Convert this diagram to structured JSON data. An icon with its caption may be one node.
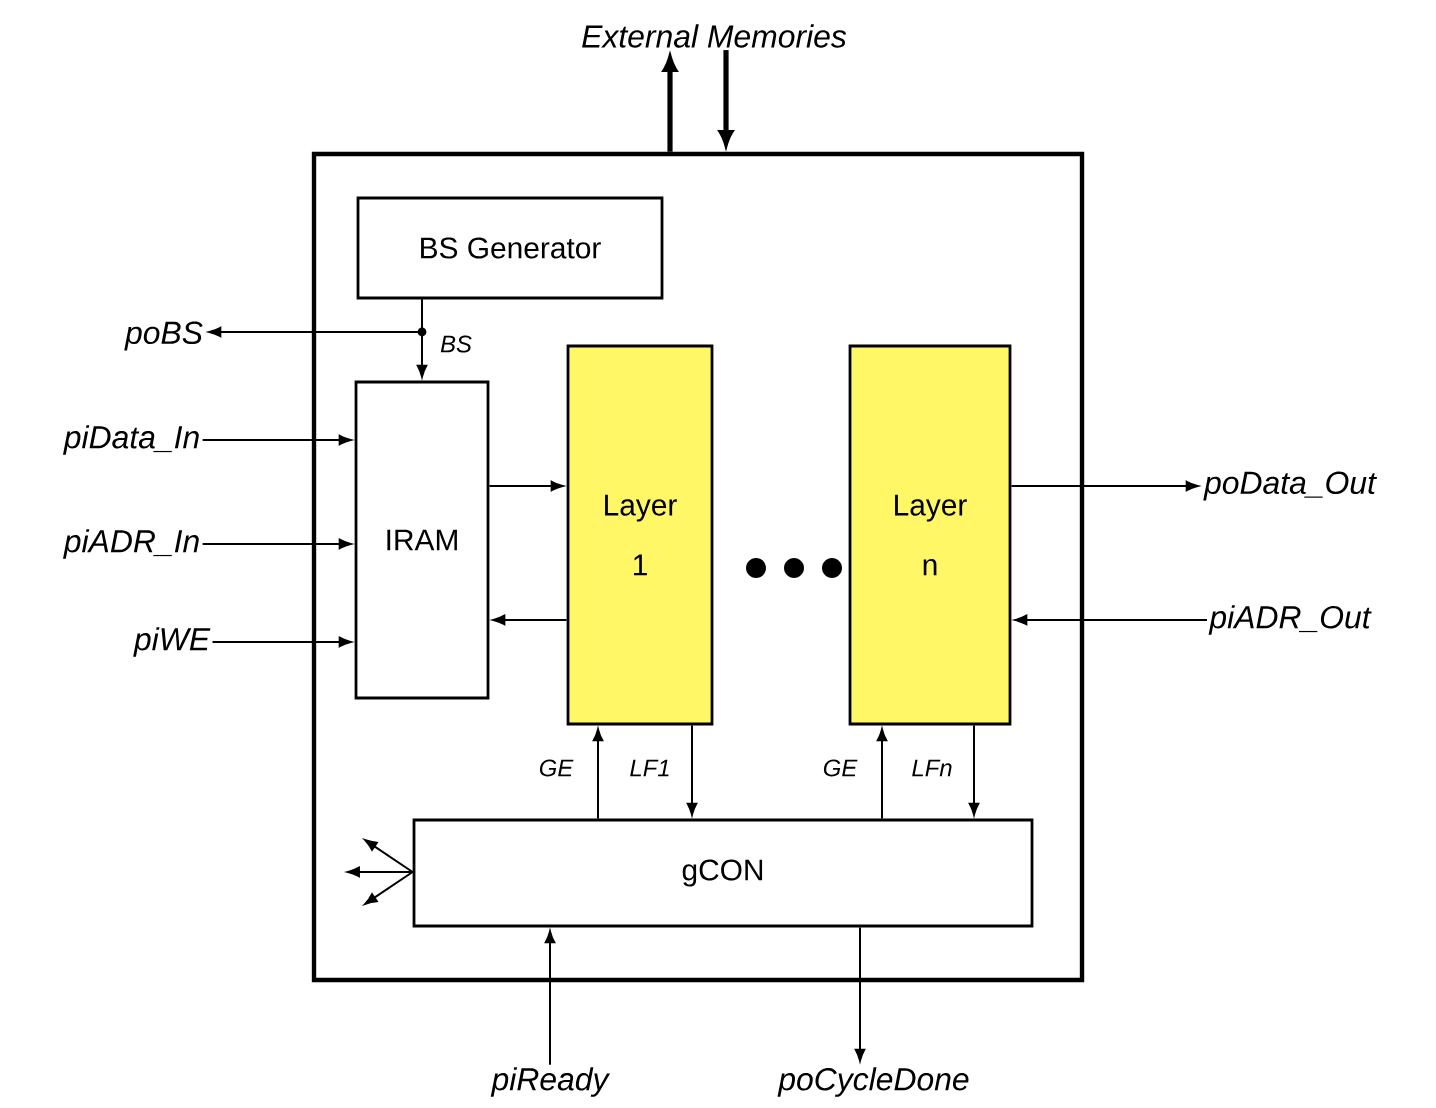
{
  "diagram": {
    "nodes": [
      {
        "text": [],
        "shape": "box"
      },
      {
        "text": [
          "BS Generator"
        ],
        "in": 0
      },
      {
        "text": [
          "IRAM"
        ],
        "in": 0
      },
      {
        "text": [
          "Layer 1"
        ],
        "in": 0
      },
      {
        "text": [
          "Layer n"
        ],
        "in": 0
      },
      {
        "text": [
          "gCON"
        ],
        "in": 0
      },
      {
        "text": [
          "External Memories"
        ]
      },
      {
        "text": [
          "poBS"
        ]
      },
      {
        "text": [
          "piData_In"
        ]
      },
      {
        "text": [
          "piADR_In"
        ]
      },
      {
        "text": [
          "piWE"
        ]
      },
      {
        "text": [
          "poData_Out"
        ]
      },
      {
        "text": [
          "piADR_Out"
        ]
      },
      {
        "text": [
          "piReady"
        ]
      },
      {
        "text": [
          "poCycleDone"
        ]
      }
    ],
    "edges": [
      {
        "from": 0,
        "to": 6,
        "arrow": "to",
        "style": "thick"
      },
      {
        "from": 6,
        "to": 0,
        "arrow": "to",
        "style": "thick"
      },
      {
        "from": 1,
        "to": 2,
        "arrow": "to",
        "label": "BS"
      },
      {
        "from": 1,
        "to": 7,
        "arrow": "to"
      },
      {
        "from": 8,
        "to": 2,
        "arrow": "to"
      },
      {
        "from": 9,
        "to": 2,
        "arrow": "to"
      },
      {
        "from": 10,
        "to": 2,
        "arrow": "to"
      },
      {
        "from": 2,
        "to": 3,
        "arrow": "to"
      },
      {
        "from": 3,
        "to": 2,
        "arrow": "to"
      },
      {
        "from": 4,
        "to": 11,
        "arrow": "to"
      },
      {
        "from": 12,
        "to": 4,
        "arrow": "to"
      },
      {
        "from": 5,
        "to": 3,
        "arrow": "to",
        "label": "GE"
      },
      {
        "from": 3,
        "to": 5,
        "arrow": "to",
        "label": "LF1"
      },
      {
        "from": 5,
        "to": 4,
        "arrow": "to",
        "label": "GE"
      },
      {
        "from": 4,
        "to": 5,
        "arrow": "to",
        "label": "LFn"
      },
      {
        "from": 13,
        "to": 5,
        "arrow": "to"
      },
      {
        "from": 5,
        "to": 14,
        "arrow": "to"
      },
      {
        "from": 5,
        "to": null,
        "arrow": "to"
      },
      {
        "from": 5,
        "to": null,
        "arrow": "to"
      },
      {
        "from": 5,
        "to": null,
        "arrow": "to"
      }
    ]
  }
}
